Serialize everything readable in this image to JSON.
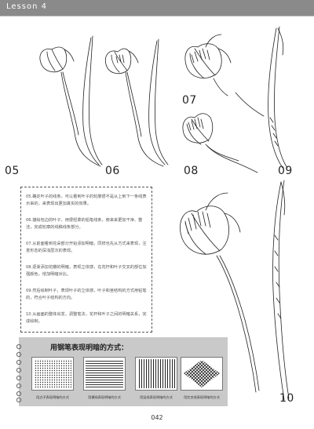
{
  "header": {
    "title": "Lesson 4"
  },
  "steps": [
    "05",
    "06",
    "07",
    "08",
    "09",
    "10"
  ],
  "notes": [
    "05.确定叶子的线条，可以看到叶子的轮廓很不是从上到下一条线表示来的，来表现出更加真实的效果。",
    "06.描绘包边的叶子，用很轻柔的铅笔线条，使来来更加干净、整洁，完成轮廓的线稿线条部分。",
    "07.从前面看到花朵部分开始添加明暗，同样也先从方式来表现，注意形态的深浅层次的表现。",
    "08.逐渐添加花瓣的明暗，表现立体感，在花杆和叶子交叉的部位加强颜色，增加明暗对比。",
    "09.然后绘制叶子，表现叶子的立体感，叶子和茎结构的方式用铅笔的，符合叶子结构的方向。",
    "10.从画面的整体出发，调整笔法，花杆和叶子之间的明暗关系，完成绘制。"
  ],
  "panel": {
    "title": "用钢笔表现明暗的方式：",
    "captions": [
      "用点子表现明暗的方式",
      "用横线表现明暗的方式",
      "用竖线表现明暗的方式",
      "用交叉线表现明暗的方式"
    ]
  },
  "page": {
    "number": "042"
  },
  "colors": {
    "header": "#8a8a8a",
    "panel": "#c9c9c9",
    "ink": "#222222"
  }
}
